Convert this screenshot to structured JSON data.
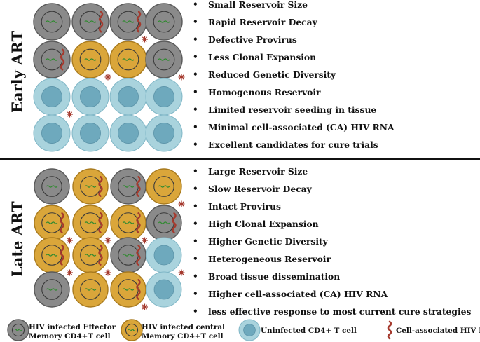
{
  "colors": {
    "effector_fill": "#8a8a8a",
    "effector_stroke": "#5a5a5a",
    "central_fill": "#daa63a",
    "central_stroke": "#a87a1e",
    "uninfected_fill": "#a9d3dd",
    "uninfected_nucleus": "#6ea9bd",
    "nucleus_stroke": "#3a3a3a",
    "provirus_wave": "#2f8a2f",
    "rna_strand": "#a53a2e",
    "divider": "#111111"
  },
  "early_art": {
    "label": "Early ART",
    "grid": [
      [
        {
          "type": "effector",
          "rna": false
        },
        {
          "type": "effector",
          "rna": true
        },
        {
          "type": "effector",
          "rna": true
        },
        {
          "type": "effector",
          "rna": false
        }
      ],
      [
        {
          "type": "effector",
          "rna": true
        },
        {
          "type": "central",
          "rna": false
        },
        {
          "type": "central",
          "rna": false
        },
        {
          "type": "effector",
          "rna": false
        }
      ],
      [
        {
          "type": "uninfected"
        },
        {
          "type": "uninfected"
        },
        {
          "type": "uninfected"
        },
        {
          "type": "uninfected"
        }
      ],
      [
        {
          "type": "uninfected"
        },
        {
          "type": "uninfected"
        },
        {
          "type": "uninfected"
        },
        {
          "type": "uninfected"
        }
      ]
    ],
    "virions": [
      [
        2,
        0
      ],
      [
        1,
        1
      ],
      [
        0,
        2
      ],
      [
        3,
        1
      ]
    ],
    "bullets": [
      "Small Reservoir Size",
      "Rapid Reservoir Decay",
      "Defective Provirus",
      "Less Clonal Expansion",
      "Reduced Genetic Diversity",
      "Homogenous Reservoir",
      "Limited reservoir seeding in tissue",
      "Minimal cell-associated (CA) HIV RNA",
      "Excellent candidates for cure trials"
    ]
  },
  "late_art": {
    "label": "Late ART",
    "grid": [
      [
        {
          "type": "effector",
          "rna": false
        },
        {
          "type": "central",
          "rna": true
        },
        {
          "type": "effector",
          "rna": true
        },
        {
          "type": "central",
          "rna": false
        }
      ],
      [
        {
          "type": "central",
          "rna": true
        },
        {
          "type": "central",
          "rna": true
        },
        {
          "type": "central",
          "rna": true
        },
        {
          "type": "effector",
          "rna": true
        }
      ],
      [
        {
          "type": "central",
          "rna": true
        },
        {
          "type": "central",
          "rna": true
        },
        {
          "type": "effector",
          "rna": true
        },
        {
          "type": "uninfected"
        }
      ],
      [
        {
          "type": "effector",
          "rna": false
        },
        {
          "type": "central",
          "rna": false
        },
        {
          "type": "central",
          "rna": true
        },
        {
          "type": "uninfected"
        }
      ]
    ],
    "virions": [
      [
        3,
        0
      ],
      [
        0,
        1
      ],
      [
        1,
        1
      ],
      [
        2,
        1
      ],
      [
        0,
        2
      ],
      [
        1,
        2
      ],
      [
        3,
        2
      ],
      [
        2,
        3
      ]
    ],
    "bullets": [
      "Large Reservoir Size",
      "Slow Reservoir Decay",
      "Intact Provirus",
      "High Clonal Expansion",
      "Higher Genetic Diversity",
      "Heterogeneous Reservoir",
      "Broad tissue dissemination",
      "Higher cell-associated (CA) HIV RNA",
      "less effective response to most current cure strategies"
    ]
  },
  "legend": {
    "effector": [
      "HIV infected Effector",
      "Memory CD4+T cell"
    ],
    "central": [
      "HIV infected central",
      "Memory CD4+T cell"
    ],
    "uninfected": "Uninfected CD4+ T cell",
    "rna": "Cell-associated HIV RNA"
  }
}
